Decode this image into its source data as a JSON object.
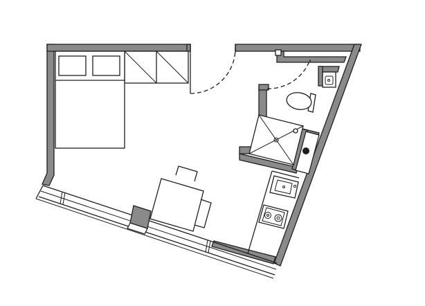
{
  "plan": {
    "wall_color": "#8a8a8a",
    "line_color": "#1e1e1e",
    "background": "#ffffff",
    "rooms": [
      "living-sleeping-area",
      "bathroom",
      "kitchenette"
    ],
    "fixtures": [
      "double-bed",
      "two-pillows",
      "wardrobe",
      "entry-door",
      "dining-table",
      "two-chairs",
      "toilet",
      "washbasin",
      "shower",
      "kitchen-sink",
      "two-burner-hob",
      "column",
      "circular-fixture"
    ]
  }
}
